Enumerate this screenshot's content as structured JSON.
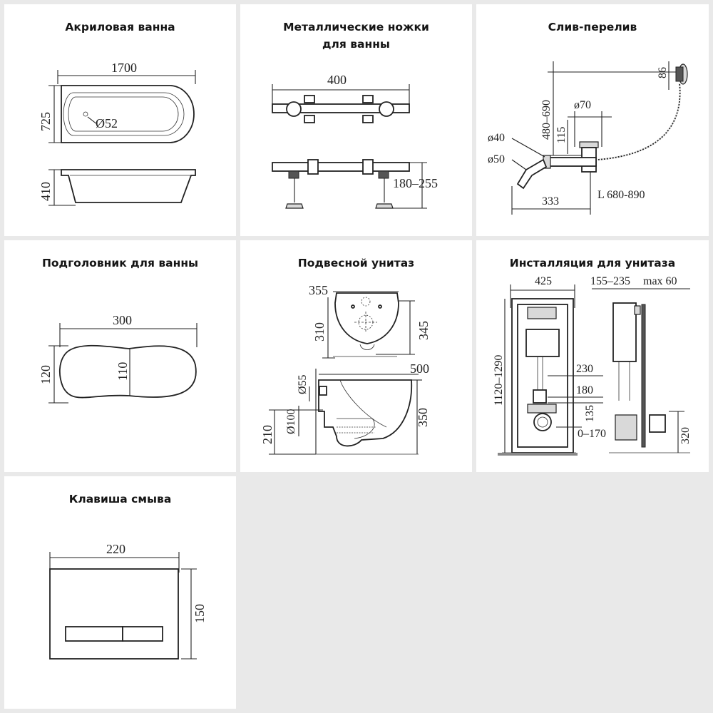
{
  "panels": {
    "bathtub": {
      "title": "Акриловая ванна",
      "length": "1700",
      "width": "725",
      "height": "410",
      "drain": "Ø52"
    },
    "legs": {
      "title_line1": "Металлические ножки",
      "title_line2": "для ванны",
      "width": "400",
      "height": "180–255"
    },
    "drain": {
      "title": "Слив-перелив",
      "d86": "86",
      "h480": "480–690",
      "d70": "ø70",
      "h115": "115",
      "d40": "ø40",
      "d50": "ø50",
      "w333": "333",
      "len": "L 680-890"
    },
    "headrest": {
      "title": "Подголовник для ванны",
      "width": "300",
      "h120": "120",
      "h110": "110"
    },
    "toilet": {
      "title": "Подвесной унитаз",
      "w355": "355",
      "h310": "310",
      "h345": "345",
      "d55": "Ø55",
      "d100": "Ø100",
      "h210": "210",
      "w500": "500",
      "h350": "350"
    },
    "installation": {
      "title": "Инсталляция для унитаза",
      "w425": "425",
      "h1120": "1120–1290",
      "d155": "155–235",
      "max60": "max 60",
      "h230": "230",
      "h180": "180",
      "h135": "135",
      "r0170": "0–170",
      "h320": "320"
    },
    "flush": {
      "title": "Клавиша смыва",
      "width": "220",
      "height": "150"
    }
  },
  "colors": {
    "background": "#e9e9e9",
    "panel": "#ffffff",
    "line": "#222222"
  }
}
